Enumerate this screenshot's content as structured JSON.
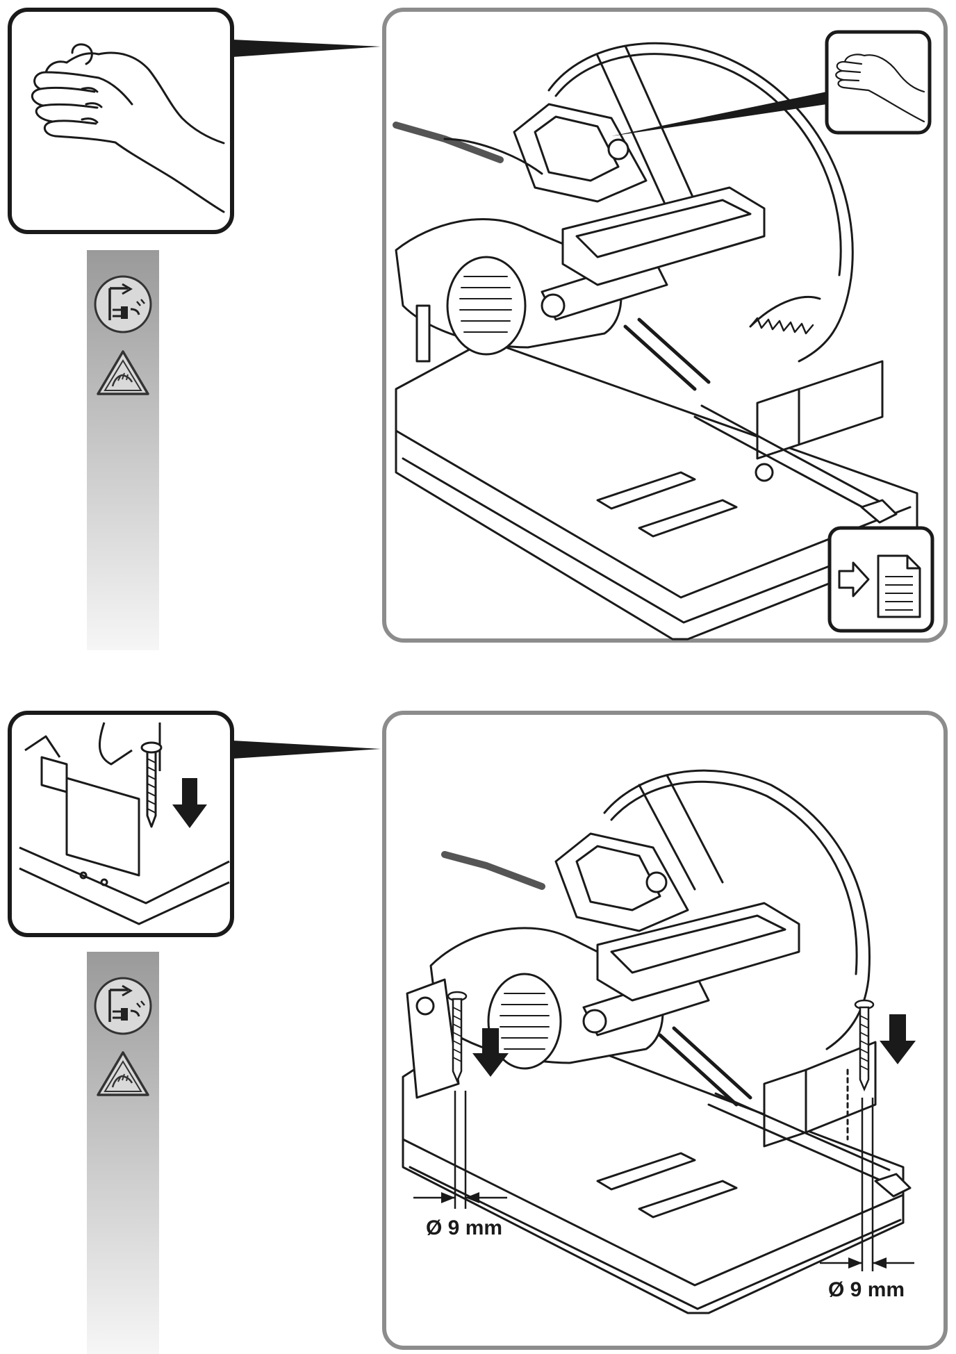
{
  "step1": {
    "detail": "hand-grip-detail",
    "icons": [
      "unplug-icon",
      "hand-injury-warning-icon"
    ],
    "callout_icon": "hand-icon",
    "reference_icon": "see-manual-icon"
  },
  "step2": {
    "detail": "screw-mounting-detail",
    "icons": [
      "unplug-icon",
      "hand-injury-warning-icon"
    ],
    "left_hole_label": "Ø 9 mm",
    "right_hole_label": "Ø 9 mm"
  }
}
